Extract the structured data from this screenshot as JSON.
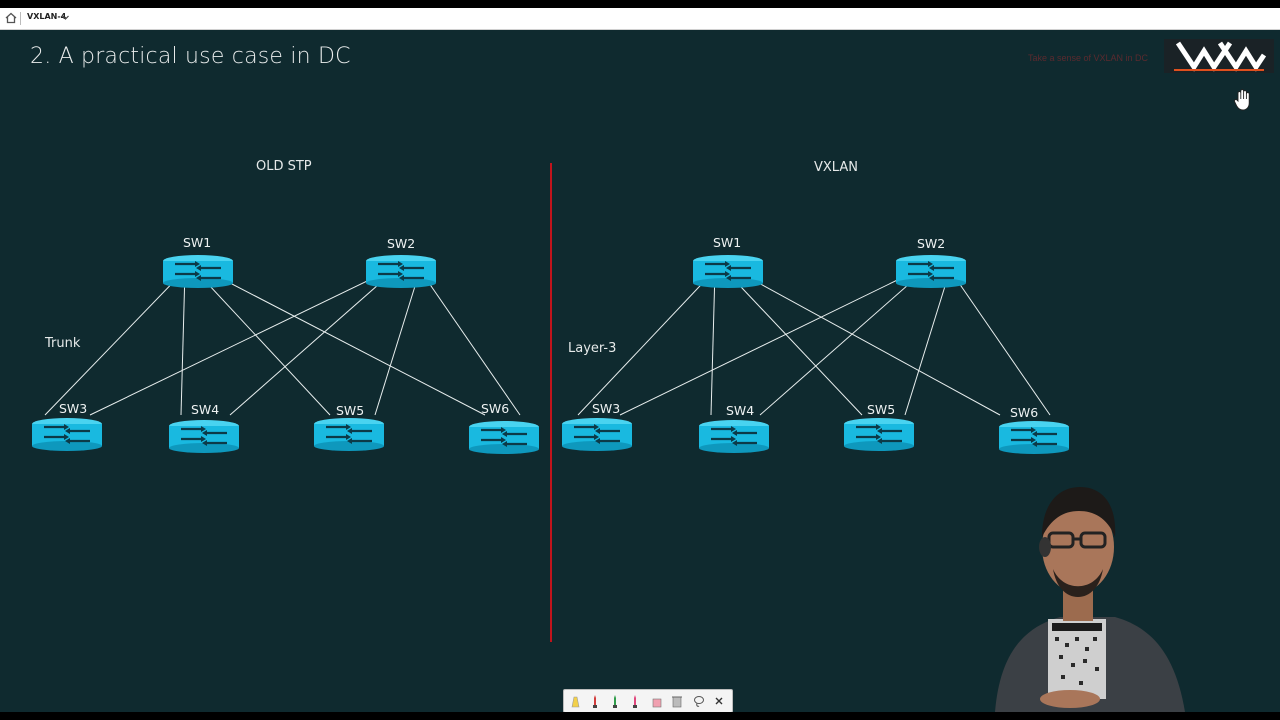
{
  "browser": {
    "tab_title": "VXLAN-4",
    "icons": [
      "home-icon",
      "chevron-down-icon"
    ]
  },
  "slide": {
    "title": "2. A practical use case in DC",
    "faint_note": "Take a sense of VXLAN in DC",
    "left_section": {
      "label": "OLD STP",
      "link_label": "Trunk",
      "nodes": [
        "SW1",
        "SW2",
        "SW3",
        "SW4",
        "SW5",
        "SW6"
      ]
    },
    "right_section": {
      "label": "VXLAN",
      "link_label": "Layer-3",
      "nodes": [
        "SW1",
        "SW2",
        "SW3",
        "SW4",
        "SW5",
        "SW6"
      ]
    },
    "divider_color": "#c0141c",
    "switch_color": "#19b9e0",
    "background_color": "#0f2a2f"
  },
  "toolbar": {
    "tools": [
      "highlighter-icon",
      "pen-red-icon",
      "pen-green-icon",
      "pen-pink-icon",
      "eraser-icon",
      "trash-icon",
      "lasso-icon",
      "close-icon"
    ]
  }
}
